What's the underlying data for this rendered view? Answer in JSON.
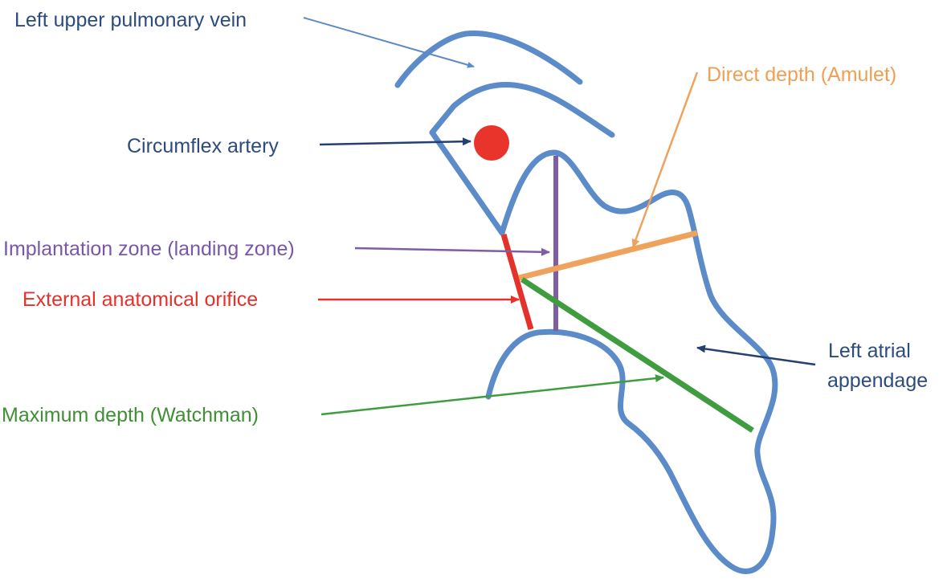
{
  "colors": {
    "outline": "#5b8bc8",
    "navy": "#243f72",
    "artery": "#e8342a",
    "orange": "#eea25c",
    "purple": "#7e5ea0",
    "red": "#e4322b",
    "green": "#3f9c3f",
    "text_blue": "#2c4b7e",
    "text_purple": "#7a57a5",
    "text_red": "#e4312b",
    "text_orange": "#eda055",
    "text_green": "#3f8f35"
  },
  "labels": {
    "left_upper_pulmonary_vein": "Left upper pulmonary vein",
    "circumflex_artery": "Circumflex artery",
    "implantation_zone": "Implantation zone (landing zone)",
    "external_orifice": "External anatomical orifice",
    "maximum_depth": "Maximum depth (Watchman)",
    "direct_depth": "Direct depth (Amulet)",
    "laa_line1": "Left atrial",
    "laa_line2": "appendage"
  }
}
